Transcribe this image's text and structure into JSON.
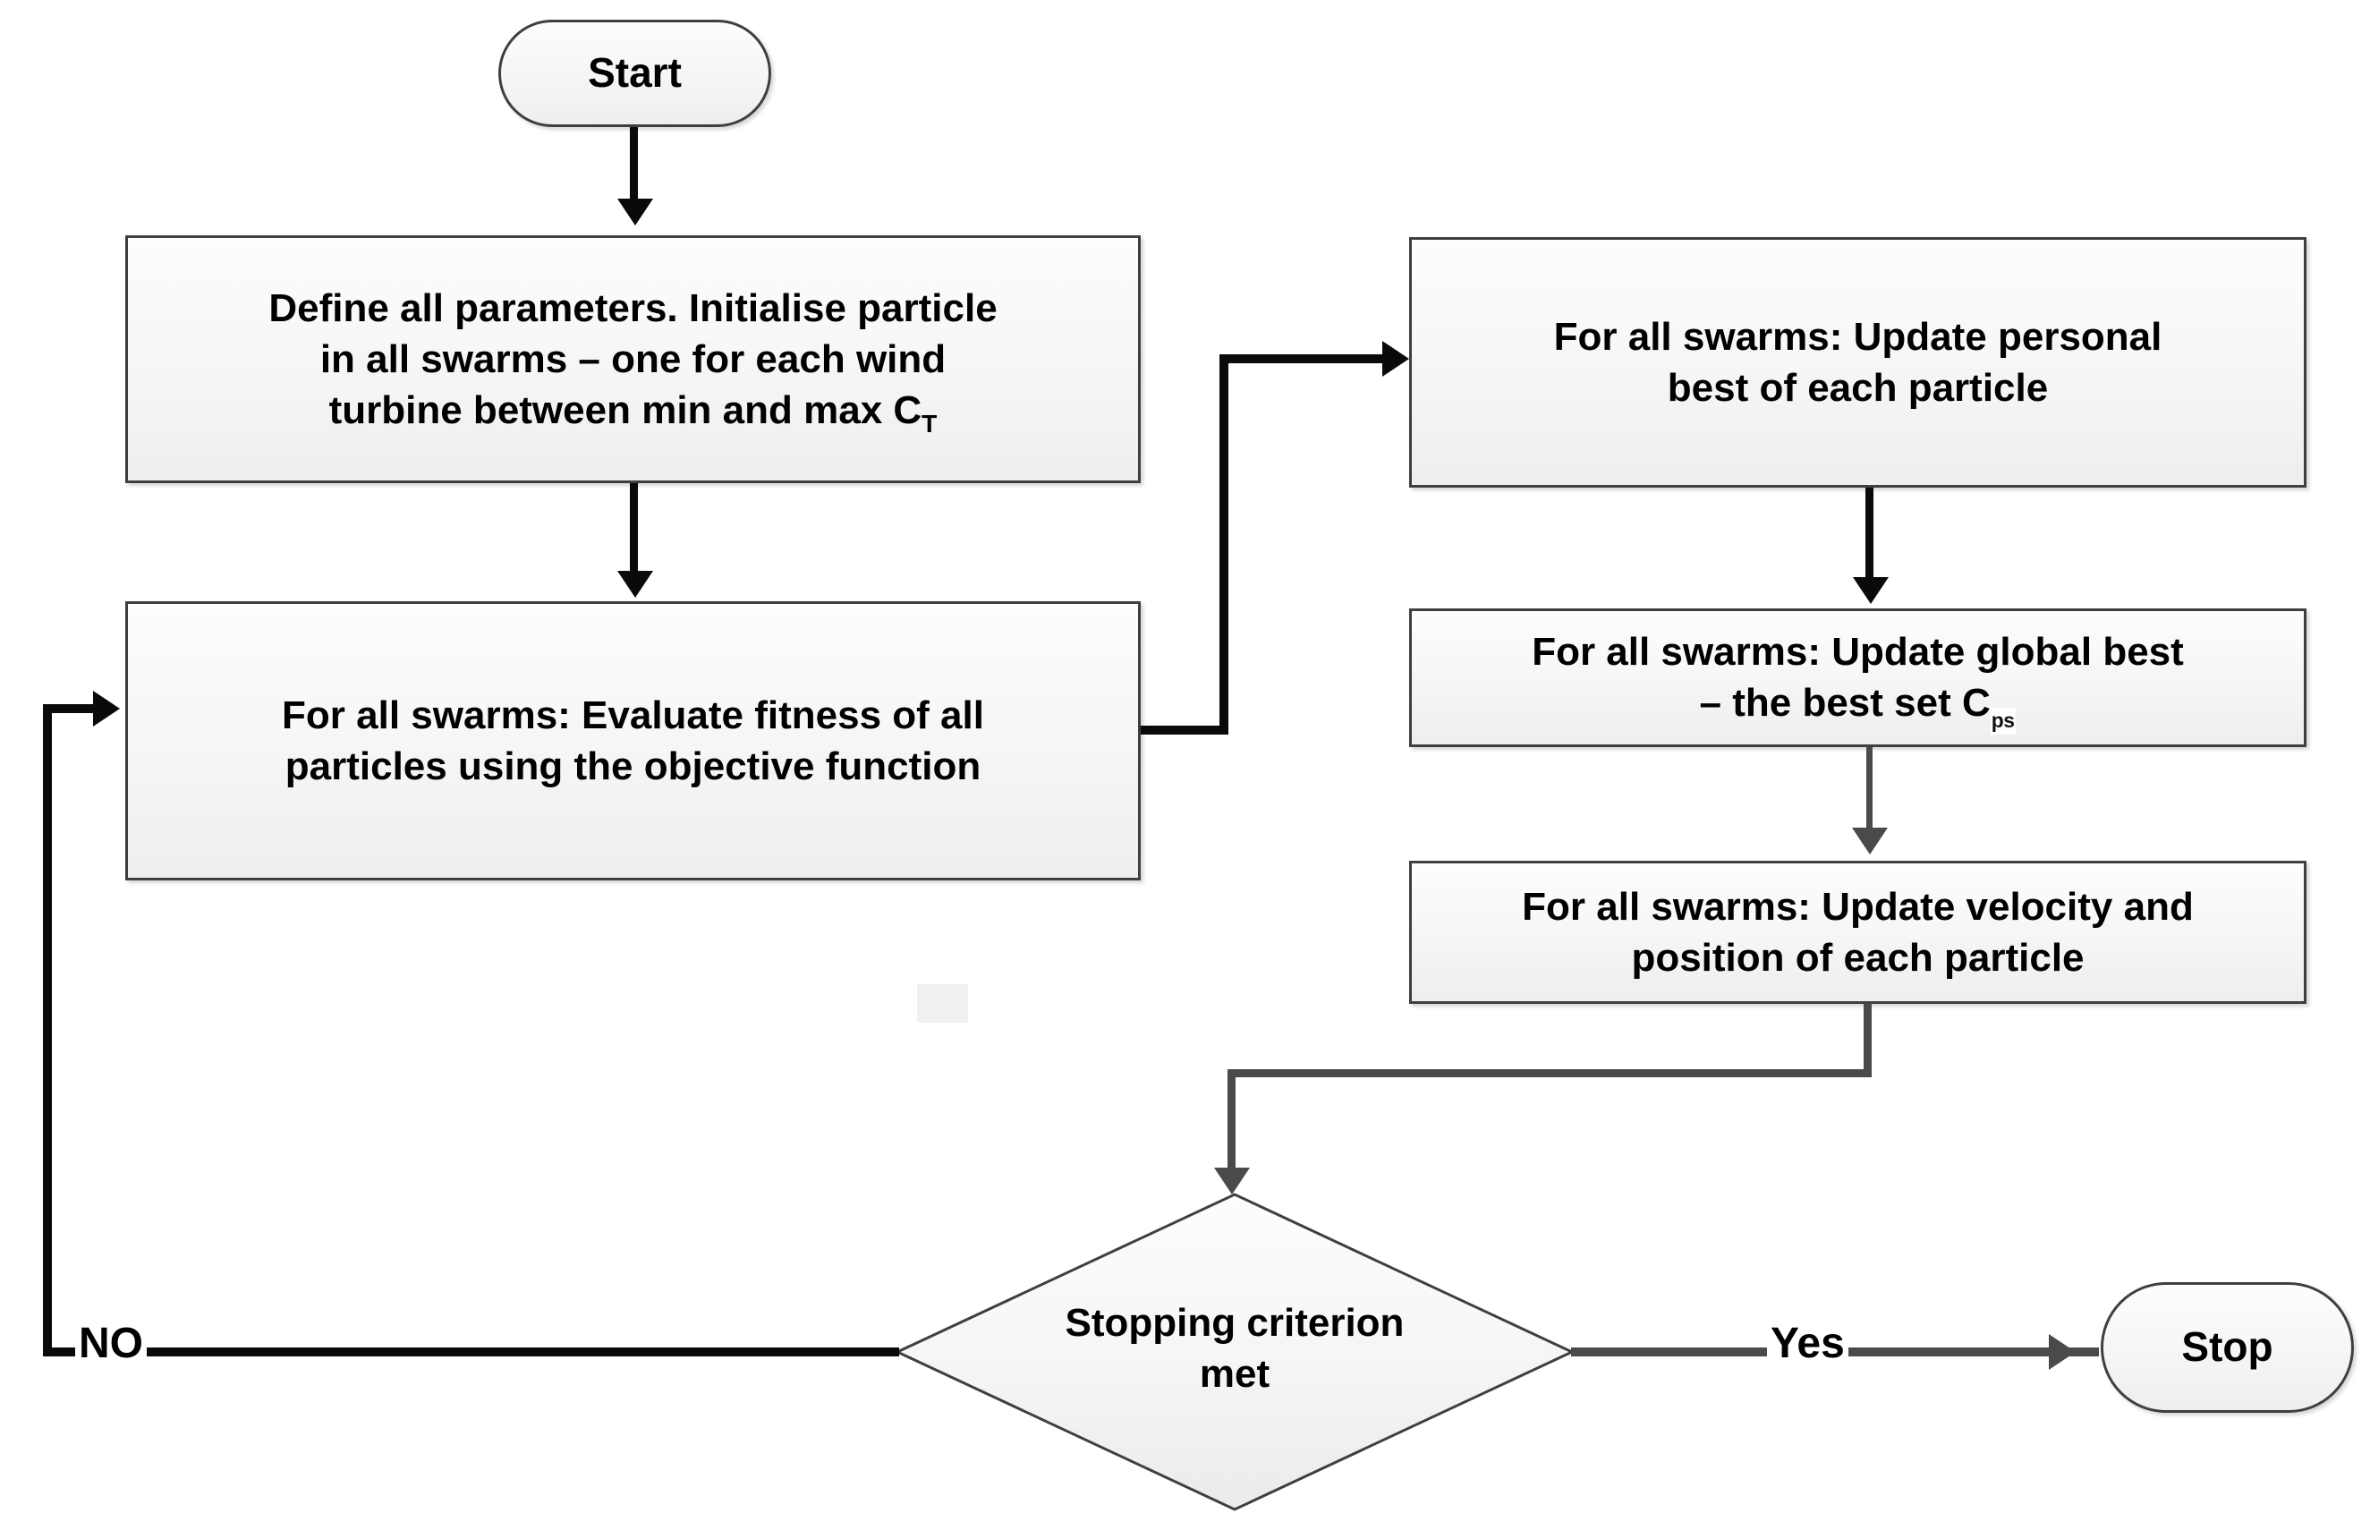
{
  "diagram": {
    "title": "Particle Swarm Optimisation flowchart",
    "type": "flowchart",
    "background_color": "#ffffff",
    "node_fill_color": "#f2f2f2",
    "node_border_color": "#3f3f3f",
    "connector_color": "#0a0a0a",
    "connector_color_secondary": "#4a4a4a",
    "text_color": "#000000"
  },
  "nodes": {
    "start": {
      "label": "Start",
      "shape": "terminator"
    },
    "define_parameters": {
      "line1": "Define all parameters. Initialise particle",
      "line2": "in all swarms – one for each wind",
      "line3_before_sub": "turbine between min and max C",
      "line3_sub": "T",
      "shape": "process",
      "full_text": "Define all parameters. Initialise particle in all swarms – one for each wind turbine between min and max C_T"
    },
    "evaluate_fitness": {
      "line1": "For all swarms: Evaluate fitness of all",
      "line2": "particles using the objective function",
      "shape": "process",
      "full_text": "For all swarms: Evaluate fitness of all particles using the objective function"
    },
    "update_personal_best": {
      "line1": "For all swarms: Update personal",
      "line2": "best of each particle",
      "shape": "process",
      "full_text": "For all swarms: Update personal best of each particle"
    },
    "update_global_best": {
      "line1": "For all swarms: Update global best",
      "line2_before_sub": "– the best set C",
      "line2_sub": "ps",
      "shape": "process",
      "full_text": "For all swarms: Update global best – the best set C_ps"
    },
    "update_velocity_position": {
      "line1": "For all swarms: Update velocity and",
      "line2": "position of each particle",
      "shape": "process",
      "full_text": "For all swarms: Update velocity and position of each particle"
    },
    "stopping_criterion": {
      "line1": "Stopping criterion",
      "line2": "met",
      "shape": "decision",
      "full_text": "Stopping criterion met"
    },
    "stop": {
      "label": "Stop",
      "shape": "terminator"
    }
  },
  "edges": {
    "no_label": "NO",
    "yes_label": "Yes"
  }
}
